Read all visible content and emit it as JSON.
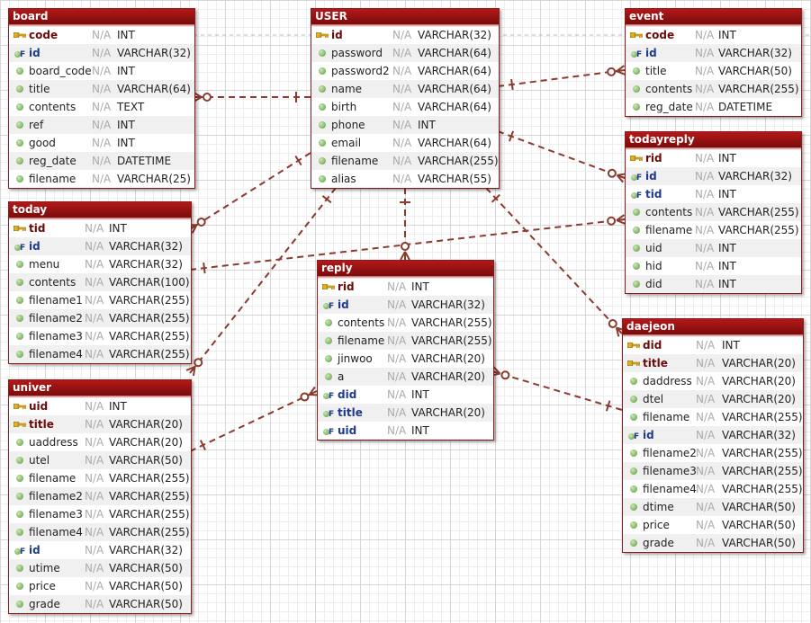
{
  "colors": {
    "relationship": "#8b3a2e",
    "header": "#9e1414",
    "pk_name": "#6a0a0a",
    "fk_name": "#1f3a8a"
  },
  "tables": [
    {
      "name": "board",
      "columns": [
        {
          "name": "code",
          "type": "INT",
          "nullable": "N/A",
          "key": "pk"
        },
        {
          "name": "id",
          "type": "VARCHAR(32)",
          "nullable": "N/A",
          "key": "fk"
        },
        {
          "name": "board_code",
          "type": "INT",
          "nullable": "N/A",
          "key": "none"
        },
        {
          "name": "title",
          "type": "VARCHAR(64)",
          "nullable": "N/A",
          "key": "none"
        },
        {
          "name": "contents",
          "type": "TEXT",
          "nullable": "N/A",
          "key": "none"
        },
        {
          "name": "ref",
          "type": "INT",
          "nullable": "N/A",
          "key": "none"
        },
        {
          "name": "good",
          "type": "INT",
          "nullable": "N/A",
          "key": "none"
        },
        {
          "name": "reg_date",
          "type": "DATETIME",
          "nullable": "N/A",
          "key": "none"
        },
        {
          "name": "filename",
          "type": "VARCHAR(25)",
          "nullable": "N/A",
          "key": "none"
        }
      ]
    },
    {
      "name": "USER",
      "columns": [
        {
          "name": "id",
          "type": "VARCHAR(32)",
          "nullable": "N/A",
          "key": "pk"
        },
        {
          "name": "password",
          "type": "VARCHAR(64)",
          "nullable": "N/A",
          "key": "none"
        },
        {
          "name": "password2",
          "type": "VARCHAR(64)",
          "nullable": "N/A",
          "key": "none"
        },
        {
          "name": "name",
          "type": "VARCHAR(64)",
          "nullable": "N/A",
          "key": "none"
        },
        {
          "name": "birth",
          "type": "VARCHAR(64)",
          "nullable": "N/A",
          "key": "none"
        },
        {
          "name": "phone",
          "type": "INT",
          "nullable": "N/A",
          "key": "none"
        },
        {
          "name": "email",
          "type": "VARCHAR(64)",
          "nullable": "N/A",
          "key": "none"
        },
        {
          "name": "filename",
          "type": "VARCHAR(255)",
          "nullable": "N/A",
          "key": "none"
        },
        {
          "name": "alias",
          "type": "VARCHAR(55)",
          "nullable": "N/A",
          "key": "none"
        }
      ]
    },
    {
      "name": "event",
      "columns": [
        {
          "name": "code",
          "type": "INT",
          "nullable": "N/A",
          "key": "pk"
        },
        {
          "name": "id",
          "type": "VARCHAR(32)",
          "nullable": "N/A",
          "key": "fk"
        },
        {
          "name": "title",
          "type": "VARCHAR(50)",
          "nullable": "N/A",
          "key": "none"
        },
        {
          "name": "contents",
          "type": "VARCHAR(255)",
          "nullable": "N/A",
          "key": "none"
        },
        {
          "name": "reg_date",
          "type": "DATETIME",
          "nullable": "N/A",
          "key": "none"
        }
      ]
    },
    {
      "name": "todayreply",
      "columns": [
        {
          "name": "rid",
          "type": "INT",
          "nullable": "N/A",
          "key": "pk"
        },
        {
          "name": "id",
          "type": "VARCHAR(32)",
          "nullable": "N/A",
          "key": "fk"
        },
        {
          "name": "tid",
          "type": "INT",
          "nullable": "N/A",
          "key": "fk"
        },
        {
          "name": "contents",
          "type": "VARCHAR(255)",
          "nullable": "N/A",
          "key": "none"
        },
        {
          "name": "filename",
          "type": "VARCHAR(255)",
          "nullable": "N/A",
          "key": "none"
        },
        {
          "name": "uid",
          "type": "INT",
          "nullable": "N/A",
          "key": "none"
        },
        {
          "name": "hid",
          "type": "INT",
          "nullable": "N/A",
          "key": "none"
        },
        {
          "name": "did",
          "type": "INT",
          "nullable": "N/A",
          "key": "none"
        }
      ]
    },
    {
      "name": "today",
      "columns": [
        {
          "name": "tid",
          "type": "INT",
          "nullable": "N/A",
          "key": "pk"
        },
        {
          "name": "id",
          "type": "VARCHAR(32)",
          "nullable": "N/A",
          "key": "fk"
        },
        {
          "name": "menu",
          "type": "VARCHAR(32)",
          "nullable": "N/A",
          "key": "none"
        },
        {
          "name": "contents",
          "type": "VARCHAR(100)",
          "nullable": "N/A",
          "key": "none"
        },
        {
          "name": "filename1",
          "type": "VARCHAR(255)",
          "nullable": "N/A",
          "key": "none"
        },
        {
          "name": "filename2",
          "type": "VARCHAR(255)",
          "nullable": "N/A",
          "key": "none"
        },
        {
          "name": "filename3",
          "type": "VARCHAR(255)",
          "nullable": "N/A",
          "key": "none"
        },
        {
          "name": "filename4",
          "type": "VARCHAR(255)",
          "nullable": "N/A",
          "key": "none"
        }
      ]
    },
    {
      "name": "reply",
      "columns": [
        {
          "name": "rid",
          "type": "INT",
          "nullable": "N/A",
          "key": "pk"
        },
        {
          "name": "id",
          "type": "VARCHAR(32)",
          "nullable": "N/A",
          "key": "fk"
        },
        {
          "name": "contents",
          "type": "VARCHAR(255)",
          "nullable": "N/A",
          "key": "none"
        },
        {
          "name": "filename",
          "type": "VARCHAR(255)",
          "nullable": "N/A",
          "key": "none"
        },
        {
          "name": "jinwoo",
          "type": "VARCHAR(20)",
          "nullable": "N/A",
          "key": "none"
        },
        {
          "name": "a",
          "type": "VARCHAR(20)",
          "nullable": "N/A",
          "key": "none"
        },
        {
          "name": "did",
          "type": "INT",
          "nullable": "N/A",
          "key": "fk"
        },
        {
          "name": "title",
          "type": "VARCHAR(20)",
          "nullable": "N/A",
          "key": "fk"
        },
        {
          "name": "uid",
          "type": "INT",
          "nullable": "N/A",
          "key": "fk"
        }
      ]
    },
    {
      "name": "daejeon",
      "columns": [
        {
          "name": "did",
          "type": "INT",
          "nullable": "N/A",
          "key": "pk"
        },
        {
          "name": "title",
          "type": "VARCHAR(20)",
          "nullable": "N/A",
          "key": "pk"
        },
        {
          "name": "daddress",
          "type": "VARCHAR(20)",
          "nullable": "N/A",
          "key": "none"
        },
        {
          "name": "dtel",
          "type": "VARCHAR(20)",
          "nullable": "N/A",
          "key": "none"
        },
        {
          "name": "filename",
          "type": "VARCHAR(255)",
          "nullable": "N/A",
          "key": "none"
        },
        {
          "name": "id",
          "type": "VARCHAR(32)",
          "nullable": "N/A",
          "key": "fk"
        },
        {
          "name": "filename2",
          "type": "VARCHAR(255)",
          "nullable": "N/A",
          "key": "none"
        },
        {
          "name": "filename3",
          "type": "VARCHAR(255)",
          "nullable": "N/A",
          "key": "none"
        },
        {
          "name": "filename4",
          "type": "VARCHAR(255)",
          "nullable": "N/A",
          "key": "none"
        },
        {
          "name": "dtime",
          "type": "VARCHAR(50)",
          "nullable": "N/A",
          "key": "none"
        },
        {
          "name": "price",
          "type": "VARCHAR(50)",
          "nullable": "N/A",
          "key": "none"
        },
        {
          "name": "grade",
          "type": "VARCHAR(50)",
          "nullable": "N/A",
          "key": "none"
        }
      ]
    },
    {
      "name": "univer",
      "columns": [
        {
          "name": "uid",
          "type": "INT",
          "nullable": "N/A",
          "key": "pk"
        },
        {
          "name": "title",
          "type": "VARCHAR(20)",
          "nullable": "N/A",
          "key": "pk"
        },
        {
          "name": "uaddress",
          "type": "VARCHAR(20)",
          "nullable": "N/A",
          "key": "none"
        },
        {
          "name": "utel",
          "type": "VARCHAR(50)",
          "nullable": "N/A",
          "key": "none"
        },
        {
          "name": "filename",
          "type": "VARCHAR(255)",
          "nullable": "N/A",
          "key": "none"
        },
        {
          "name": "filename2",
          "type": "VARCHAR(255)",
          "nullable": "N/A",
          "key": "none"
        },
        {
          "name": "filename3",
          "type": "VARCHAR(255)",
          "nullable": "N/A",
          "key": "none"
        },
        {
          "name": "filename4",
          "type": "VARCHAR(255)",
          "nullable": "N/A",
          "key": "none"
        },
        {
          "name": "id",
          "type": "VARCHAR(32)",
          "nullable": "N/A",
          "key": "fk"
        },
        {
          "name": "utime",
          "type": "VARCHAR(50)",
          "nullable": "N/A",
          "key": "none"
        },
        {
          "name": "price",
          "type": "VARCHAR(50)",
          "nullable": "N/A",
          "key": "none"
        },
        {
          "name": "grade",
          "type": "VARCHAR(50)",
          "nullable": "N/A",
          "key": "none"
        }
      ]
    }
  ],
  "relationships": [
    {
      "from": "USER",
      "to": "board"
    },
    {
      "from": "USER",
      "to": "event"
    },
    {
      "from": "USER",
      "to": "todayreply"
    },
    {
      "from": "USER",
      "to": "today"
    },
    {
      "from": "USER",
      "to": "reply"
    },
    {
      "from": "USER",
      "to": "daejeon"
    },
    {
      "from": "USER",
      "to": "univer"
    },
    {
      "from": "today",
      "to": "todayreply"
    },
    {
      "from": "univer",
      "to": "reply"
    },
    {
      "from": "daejeon",
      "to": "reply"
    }
  ]
}
